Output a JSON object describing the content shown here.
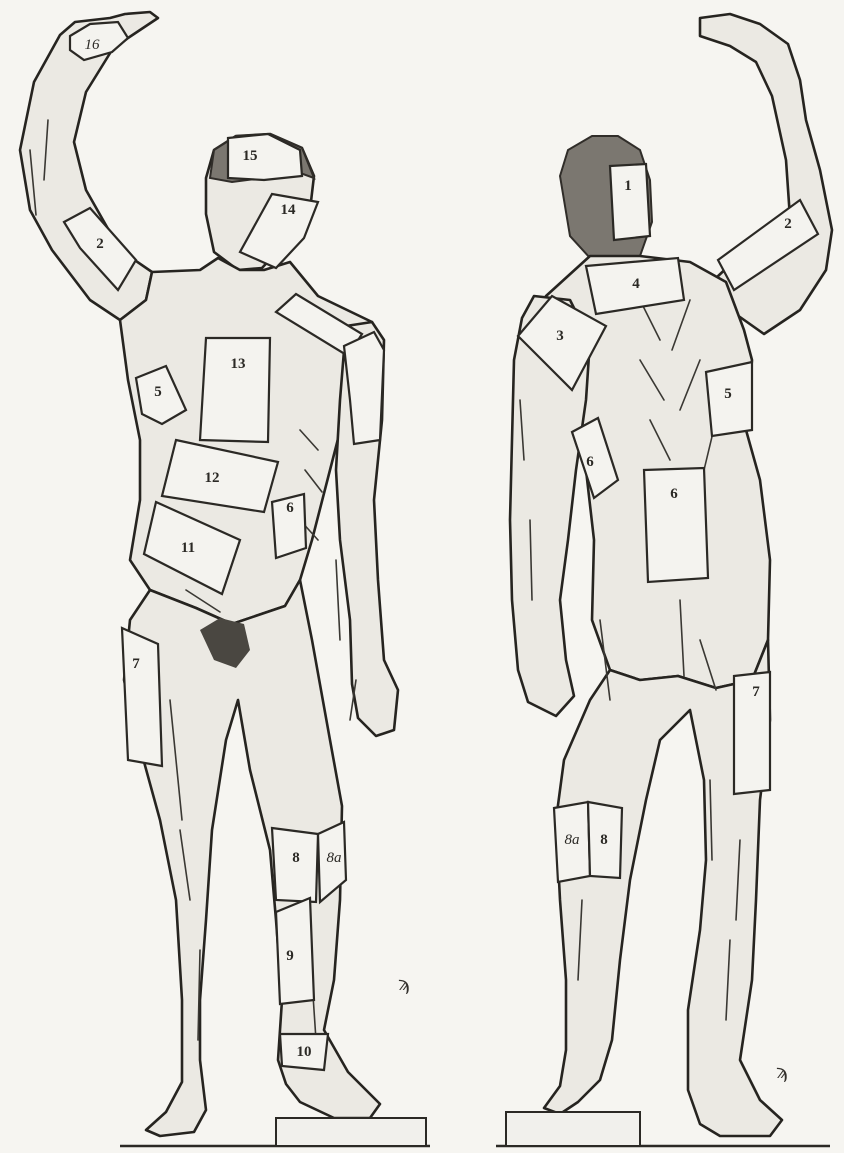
{
  "front_figure": {
    "patches": [
      {
        "id": "f16",
        "label": "16"
      },
      {
        "id": "f2",
        "label": "2"
      },
      {
        "id": "f15",
        "label": "15"
      },
      {
        "id": "f14",
        "label": "14"
      },
      {
        "id": "f13",
        "label": "13"
      },
      {
        "id": "f5",
        "label": "5"
      },
      {
        "id": "f3",
        "label": ""
      },
      {
        "id": "f4",
        "label": ""
      },
      {
        "id": "f12",
        "label": "12"
      },
      {
        "id": "f6",
        "label": "6"
      },
      {
        "id": "f11",
        "label": "11"
      },
      {
        "id": "f7",
        "label": "7"
      },
      {
        "id": "f8",
        "label": "8"
      },
      {
        "id": "f8a",
        "label": "8a"
      },
      {
        "id": "f9",
        "label": "9"
      },
      {
        "id": "f10",
        "label": "10"
      }
    ],
    "mark": "ϡ"
  },
  "back_figure": {
    "patches": [
      {
        "id": "b1",
        "label": "1"
      },
      {
        "id": "b4",
        "label": "4"
      },
      {
        "id": "b3",
        "label": "3"
      },
      {
        "id": "b2",
        "label": "2"
      },
      {
        "id": "b5",
        "label": "5"
      },
      {
        "id": "b6a",
        "label": "6"
      },
      {
        "id": "b6b",
        "label": "6"
      },
      {
        "id": "b7",
        "label": "7"
      },
      {
        "id": "b8a",
        "label": "8a"
      },
      {
        "id": "b8",
        "label": "8"
      }
    ],
    "mark": "ϡ"
  }
}
